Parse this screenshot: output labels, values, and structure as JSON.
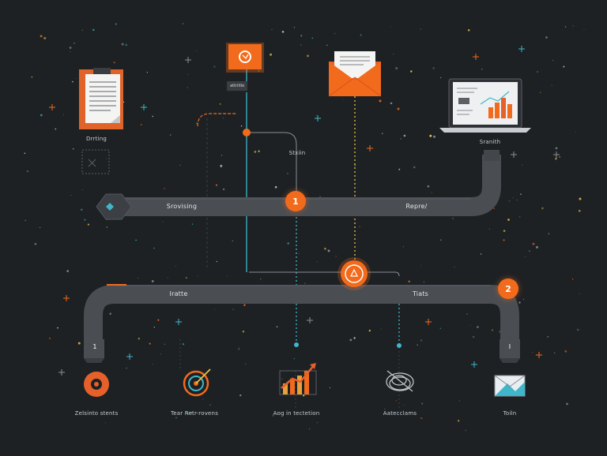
{
  "top_nodes": {
    "drafting": "Drrting",
    "small_panel": "attriitle",
    "stain": "Stxiin",
    "scan": "Sranith"
  },
  "track": {
    "left": "Srovising",
    "right": "Repre/",
    "lower_left": "Iratte",
    "lower_right": "Tiats"
  },
  "badges": {
    "one": "1",
    "two": "2"
  },
  "connectors": {
    "left": "1",
    "right": "I"
  },
  "bottom": {
    "items": [
      "Zelsinto stents",
      "Tear Retr-rovens",
      "Aog in tectetion",
      "Aatecclams",
      "Toiln"
    ]
  },
  "colors": {
    "background": "#1d2124",
    "pipe": "#4a4e53",
    "accent_orange": "#f26a1b",
    "accent_cyan": "#3fb6c9",
    "dotted_yellow": "#e8c24a"
  }
}
